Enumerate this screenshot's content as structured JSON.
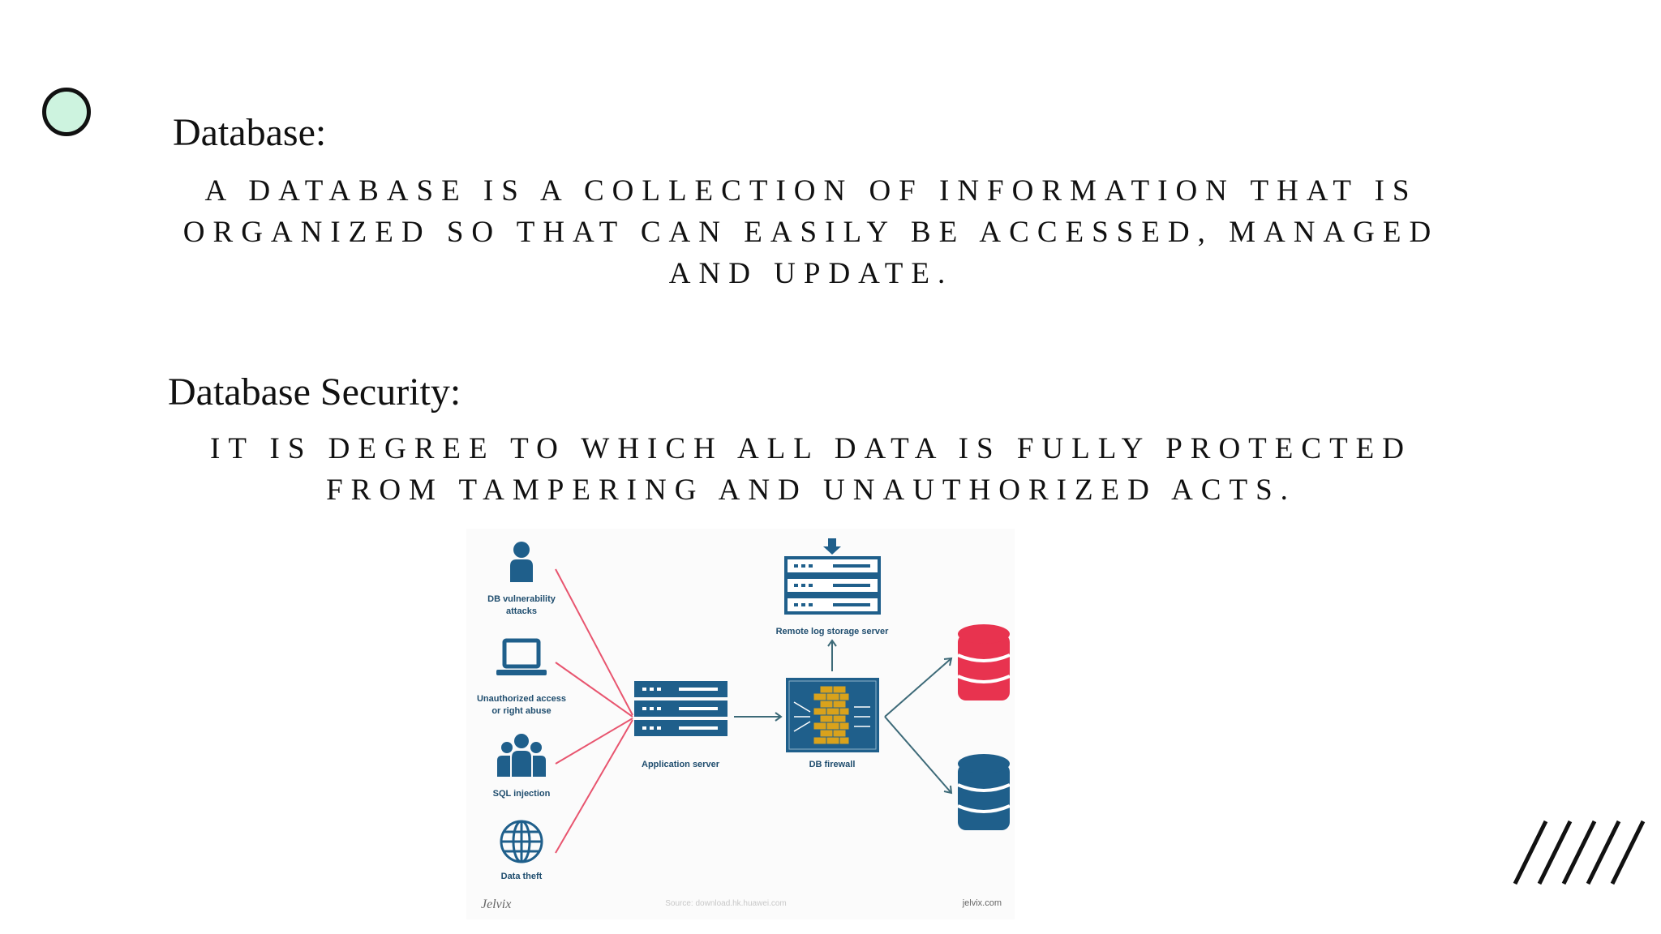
{
  "slide": {
    "database_heading": "Database:",
    "database_body": "A DATABASE IS A COLLECTION OF INFORMATION THAT IS ORGANIZED SO THAT CAN EASILY BE ACCESSED, MANAGED AND UPDATE.",
    "security_heading": "Database Security:",
    "security_body": "IT IS DEGREE TO WHICH ALL DATA IS FULLY PROTECTED FROM TAMPERING AND UNAUTHORIZED ACTS."
  },
  "diagram": {
    "threats": [
      {
        "line1": "DB vulnerability",
        "line2": "attacks",
        "icon": "person-icon"
      },
      {
        "line1": "Unauthorized access",
        "line2": "or right abuse",
        "icon": "laptop-icon"
      },
      {
        "line1": "SQL injection",
        "line2": "",
        "icon": "group-icon"
      },
      {
        "line1": "Data theft",
        "line2": "",
        "icon": "globe-icon"
      }
    ],
    "app_server_label": "Application server",
    "firewall_label": "DB firewall",
    "log_server_label": "Remote log storage server",
    "brand_left": "Jelvix",
    "source": "Source: download.hk.huawei.com",
    "brand_right": "jelvix.com",
    "colors": {
      "primary": "#1f5f8b",
      "attack": "#e8556f",
      "db_red": "#e8334f",
      "firewall": "#d9a21b",
      "arrow": "#3d6a78"
    }
  },
  "decor": {
    "bullet_fill": "#cdf3df"
  }
}
